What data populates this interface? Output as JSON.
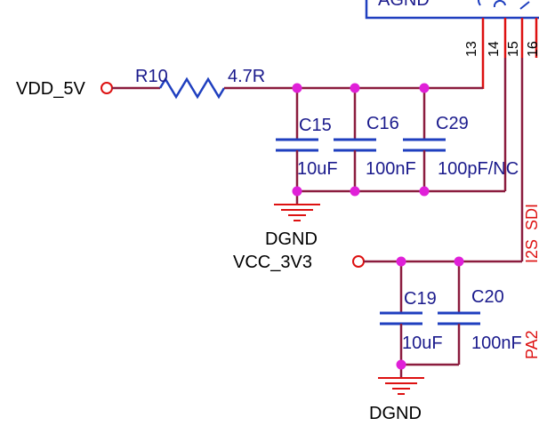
{
  "nets": {
    "vdd": "VDD_5V",
    "vcc": "VCC_3V3",
    "gnd1": "DGND",
    "gnd2": "DGND",
    "agnd": "AGND"
  },
  "resistor": {
    "ref": "R10",
    "value": "4.7R"
  },
  "capacitors": [
    {
      "ref": "C15",
      "value": "10uF"
    },
    {
      "ref": "C16",
      "value": "100nF"
    },
    {
      "ref": "C29",
      "value": "100pF/NC"
    },
    {
      "ref": "C19",
      "value": "10uF"
    },
    {
      "ref": "C20",
      "value": "100nF"
    }
  ],
  "pins": [
    "13",
    "14",
    "15",
    "16"
  ],
  "signals": {
    "i2s": "I2S_SDI",
    "pa": "PA2"
  },
  "colors": {
    "wire": "#8b1c3e",
    "component": "#1f3fbf",
    "ground": "#dd1111",
    "junction": "#e020d8"
  }
}
